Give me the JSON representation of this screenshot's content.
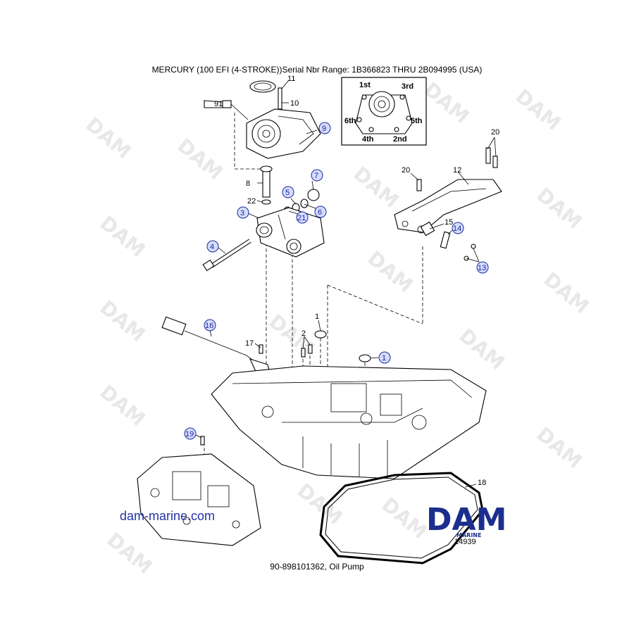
{
  "header": {
    "title": "MERCURY (100 EFI (4-STROKE))Serial Nbr Range: 1B366823 THRU 2B094995 (USA)"
  },
  "footer": {
    "caption": "90-898101362, Oil Pump"
  },
  "watermark": {
    "site": "dam-marine.com",
    "repeat_text": "DAM"
  },
  "logo": {
    "main": "DAM",
    "sub": "MARINE",
    "drawing_number": "14939",
    "color": "#1c2f8e"
  },
  "torque_sequence": {
    "labels": [
      "1st",
      "3rd",
      "6th",
      "5th",
      "4th",
      "2nd"
    ]
  },
  "sealant_tube": {
    "label": "91"
  },
  "callouts": [
    {
      "num": "11",
      "circled": false
    },
    {
      "num": "10",
      "circled": false
    },
    {
      "num": "9",
      "circled": true
    },
    {
      "num": "8",
      "circled": false
    },
    {
      "num": "22",
      "circled": false
    },
    {
      "num": "3",
      "circled": true
    },
    {
      "num": "7",
      "circled": true
    },
    {
      "num": "5",
      "circled": true
    },
    {
      "num": "6",
      "circled": true
    },
    {
      "num": "21",
      "circled": true
    },
    {
      "num": "4",
      "circled": true
    },
    {
      "num": "20",
      "circled": false
    },
    {
      "num": "20",
      "circled": false
    },
    {
      "num": "12",
      "circled": false
    },
    {
      "num": "15",
      "circled": false
    },
    {
      "num": "14",
      "circled": true
    },
    {
      "num": "13",
      "circled": true
    },
    {
      "num": "16",
      "circled": true
    },
    {
      "num": "17",
      "circled": false
    },
    {
      "num": "1",
      "circled": false
    },
    {
      "num": "1",
      "circled": true
    },
    {
      "num": "2",
      "circled": false
    },
    {
      "num": "19",
      "circled": true
    },
    {
      "num": "18",
      "circled": false
    }
  ],
  "colors": {
    "callout_circle": "#d6dcff",
    "callout_text": "#1a2a9a",
    "site_link": "#2233aa"
  }
}
